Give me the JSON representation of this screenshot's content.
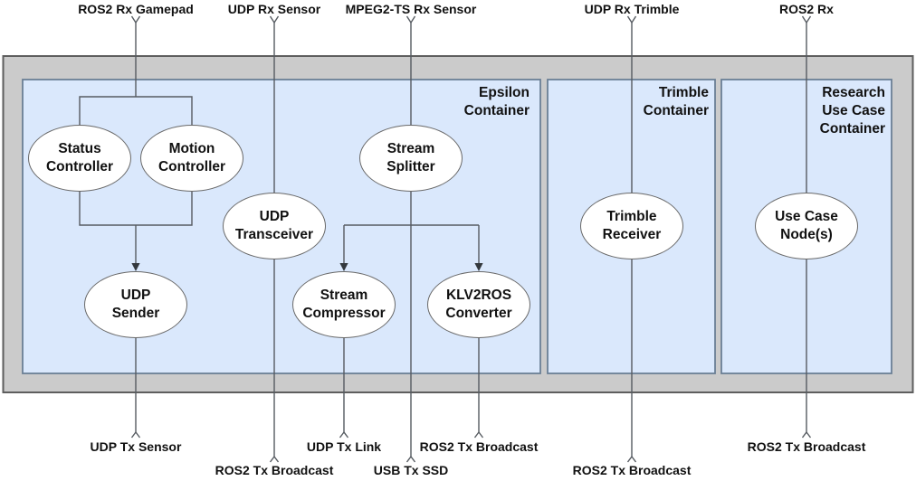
{
  "colors": {
    "background": "#ffffff",
    "outer_container_fill": "#cbcbcb",
    "outer_container_stroke": "#5e5e5e",
    "container_fill": "#dae8fc",
    "container_stroke": "#6a7f95",
    "node_fill": "#ffffff",
    "node_stroke": "#696969",
    "edge_stroke": "#565b61",
    "arrowhead_fill": "#33383d",
    "text": "#111111"
  },
  "top_ports": [
    {
      "label": "ROS2 Rx Gamepad"
    },
    {
      "label": "UDP Rx Sensor"
    },
    {
      "label": "MPEG2-TS Rx Sensor"
    },
    {
      "label": "UDP Rx Trimble"
    },
    {
      "label": "ROS2 Rx"
    }
  ],
  "containers": [
    {
      "title": "Epsilon\nContainer"
    },
    {
      "title": "Trimble\nContainer"
    },
    {
      "title": "Research\nUse Case\nContainer"
    }
  ],
  "nodes": [
    {
      "label": "Status\nController"
    },
    {
      "label": "Motion\nController"
    },
    {
      "label": "Stream\nSplitter"
    },
    {
      "label": "UDP\nTransceiver"
    },
    {
      "label": "UDP\nSender"
    },
    {
      "label": "Stream\nCompressor"
    },
    {
      "label": "KLV2ROS\nConverter"
    },
    {
      "label": "Trimble\nReceiver"
    },
    {
      "label": "Use Case\nNode(s)"
    }
  ],
  "bottom_ports": [
    {
      "label": "UDP Tx Sensor"
    },
    {
      "label": "ROS2 Tx Broadcast"
    },
    {
      "label": "UDP Tx Link"
    },
    {
      "label": "USB Tx SSD"
    },
    {
      "label": "ROS2 Tx Broadcast"
    },
    {
      "label": "ROS2 Tx Broadcast"
    },
    {
      "label": "ROS2 Tx Broadcast"
    }
  ]
}
